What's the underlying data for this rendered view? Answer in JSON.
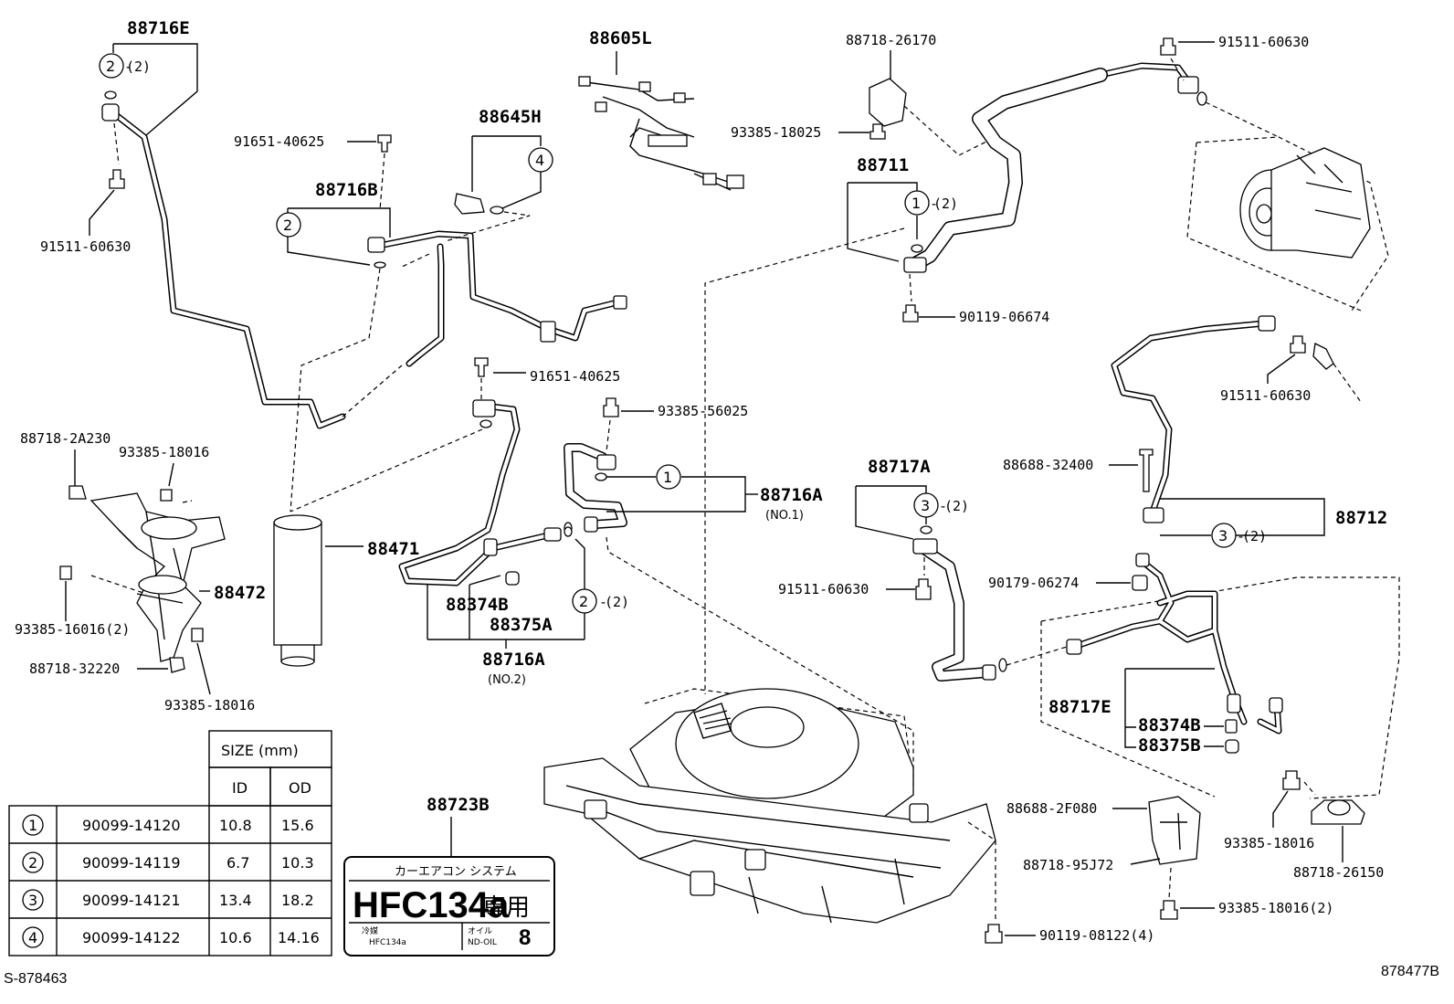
{
  "parts": {
    "p88716E": "88716E",
    "p88605L": "88605L",
    "p88718_26170": "88718-26170",
    "p91511_60630_top": "91511-60630",
    "p91651_40625_a": "91651-40625",
    "p88645H": "88645H",
    "p93385_18025": "93385-18025",
    "p88716B": "88716B",
    "p88711": "88711",
    "p91511_60630_left": "91511-60630",
    "p90119_06674": "90119-06674",
    "p91651_40625_b": "91651-40625",
    "p91511_60630_right": "91511-60630",
    "p93385_56025": "93385-56025",
    "p88718_2A230": "88718-2A230",
    "p93385_18016_a": "93385-18016",
    "p88717A": "88717A",
    "p88688_32400": "88688-32400",
    "p88716A_1": "88716A",
    "p88716A_1_note": "(NO.1)",
    "p88712": "88712",
    "p88471": "88471",
    "p91511_60630_mid": "91511-60630",
    "p90179_06274": "90179-06274",
    "p88472": "88472",
    "p93385_16016": "93385-16016(2)",
    "p88374B_a": "88374B",
    "p88375A": "88375A",
    "p88718_32220": "88718-32220",
    "p88716A_2": "88716A",
    "p88716A_2_note": "(NO.2)",
    "p88717E": "88717E",
    "p88374B_b": "88374B",
    "p88375B": "88375B",
    "p93385_18016_b": "93385-18016",
    "p88723B": "88723B",
    "p88688_2F080": "88688-2F080",
    "p93385_18016_c": "93385-18016",
    "p88718_95J72": "88718-95J72",
    "p88718_26150": "88718-26150",
    "p93385_18016_2": "93385-18016(2)",
    "p90119_08122": "90119-08122(4)"
  },
  "qty": {
    "q2a": "(2)",
    "q2b": "(2)",
    "q1": "(2)",
    "q3a": "(2)",
    "q3b": "(2)"
  },
  "markers": {
    "m1": "1",
    "m2": "2",
    "m3": "3",
    "m4": "4"
  },
  "table": {
    "size_header": "SIZE (mm)",
    "id_header": "ID",
    "od_header": "OD",
    "rows": [
      {
        "num": "1",
        "part": "90099-14120",
        "id": "10.8",
        "od": "15.6"
      },
      {
        "num": "2",
        "part": "90099-14119",
        "id": "6.7",
        "od": "10.3"
      },
      {
        "num": "3",
        "part": "90099-14121",
        "id": "13.4",
        "od": "18.2"
      },
      {
        "num": "4",
        "part": "90099-14122",
        "id": "10.6",
        "od": "14.16"
      }
    ]
  },
  "label_plate": {
    "top": "カーエアコン システム",
    "main": "HFC134a",
    "main_jp": "専用",
    "refrig_label": "冷媒",
    "refrig_value": "HFC134a",
    "oil_label": "オイル",
    "oil_value": "ND-OIL",
    "oil_num": "8"
  },
  "footer": {
    "left": "S-878463",
    "right": "878477B"
  }
}
